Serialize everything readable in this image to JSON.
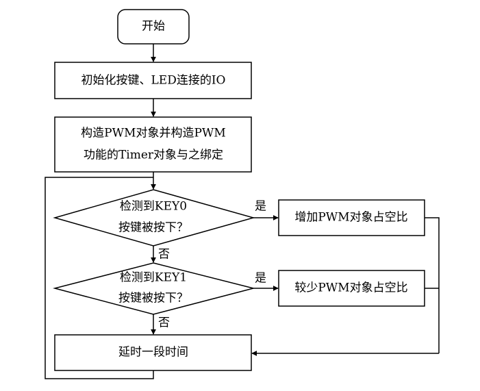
{
  "flowchart": {
    "start": "开始",
    "init": "初始化按键、LED连接的IO",
    "construct": [
      "构造PWM对象并构造PWM",
      "功能的Timer对象与之绑定"
    ],
    "decision_key0": [
      "检测到KEY0",
      "按键被按下？"
    ],
    "decision_key1": [
      "检测到KEY1",
      "按键被按下？"
    ],
    "action_increase": "增加PWM对象占空比",
    "action_decrease": "较少PWM对象占空比",
    "delay": "延时一段时间",
    "yes_label": "是",
    "no_label": "否"
  }
}
